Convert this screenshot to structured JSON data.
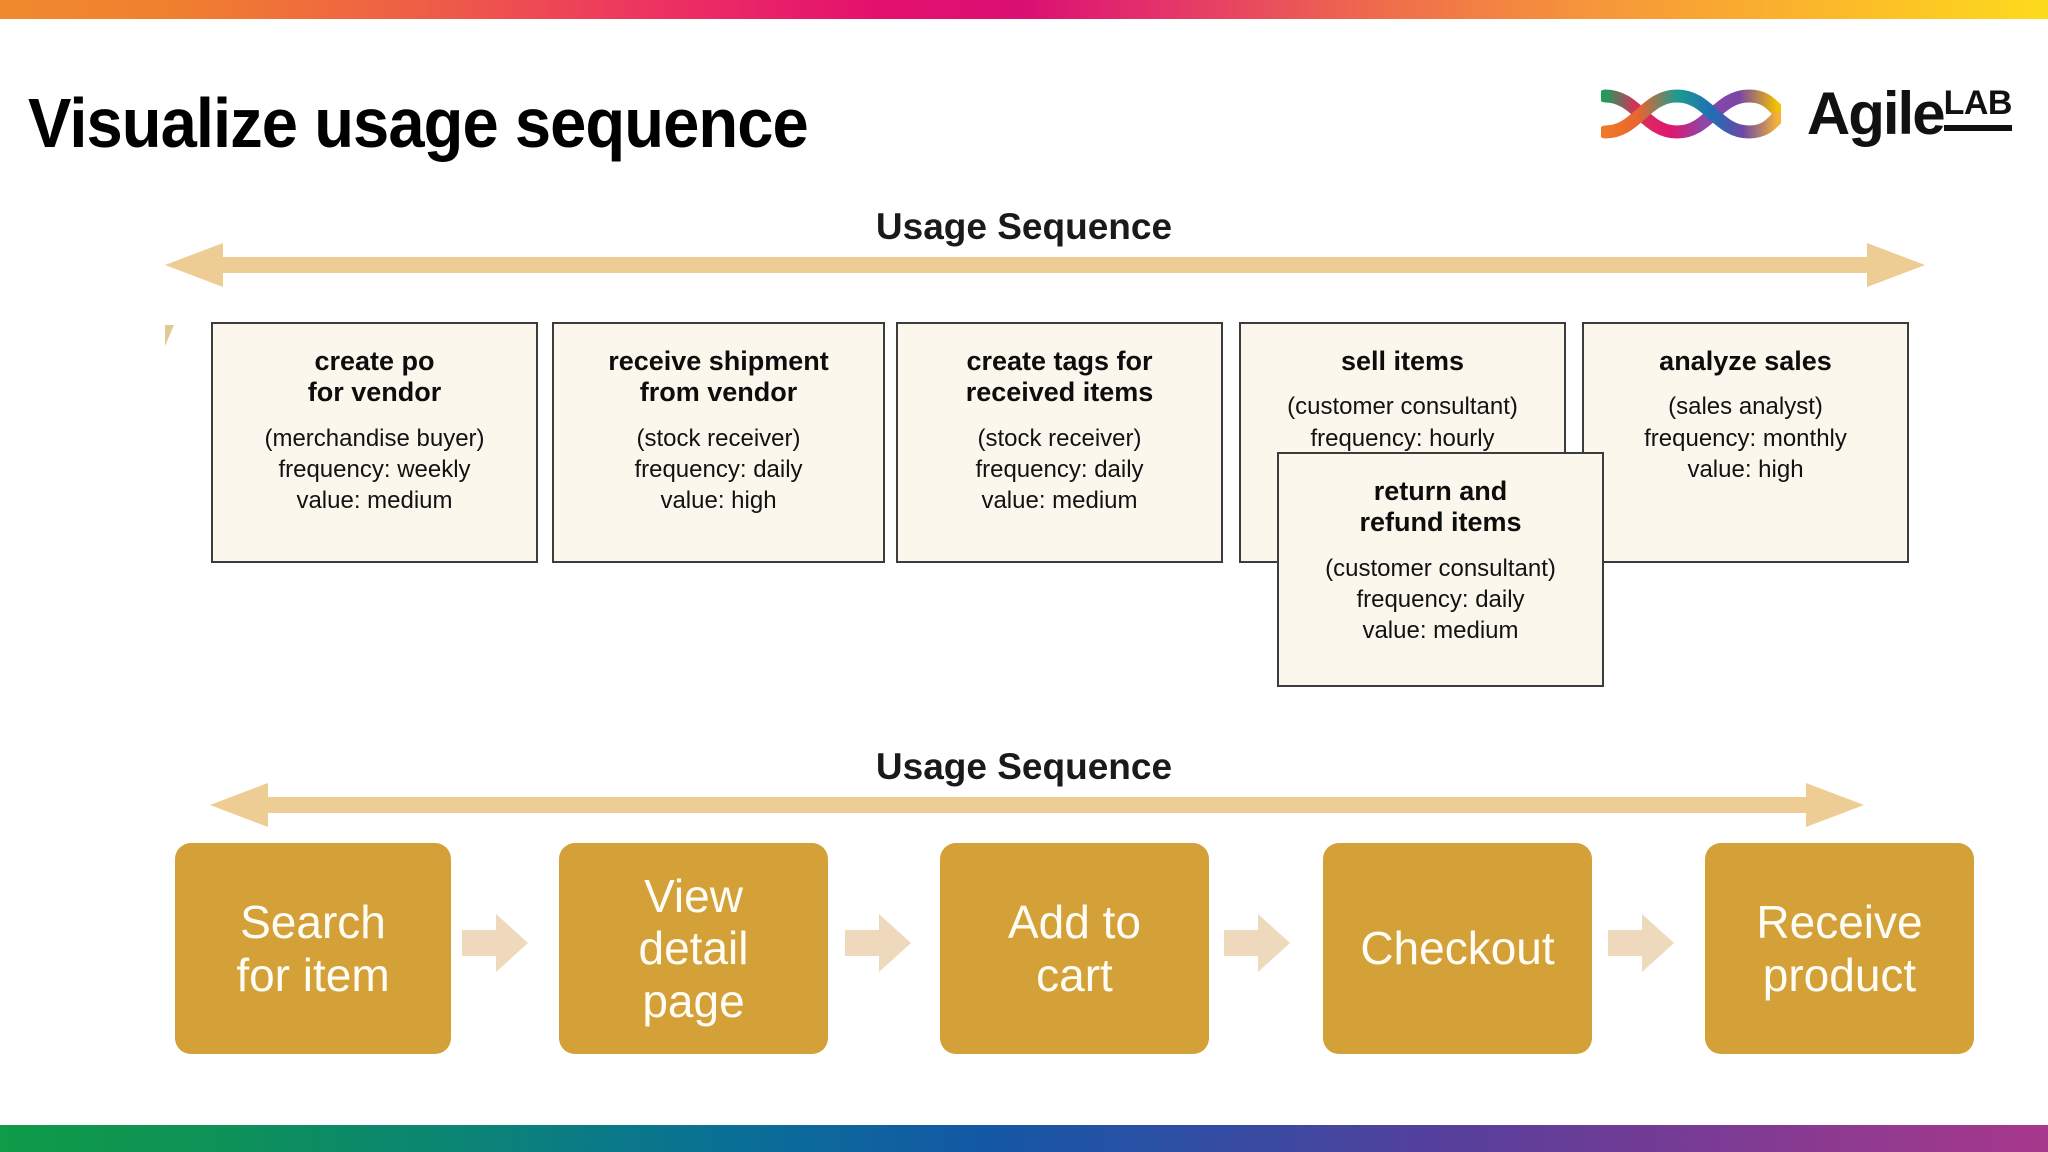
{
  "decor": {
    "top_bar_colors": [
      "#f0892e",
      "#e3106e",
      "#da0f73",
      "#f6973a",
      "#fddb1c"
    ],
    "bottom_bar_colors": [
      "#0f9b48",
      "#0a6f97",
      "#2f4ea3",
      "#8d3a90",
      "#a8388c"
    ]
  },
  "header": {
    "title": "Visualize usage sequence",
    "logo": {
      "name": "Agile",
      "superscript": "LAB",
      "mark_icon": "double-helix-wave-icon"
    }
  },
  "top_section": {
    "sequence_label": "Usage Sequence",
    "arrow_icon": "double-headed-arrow-icon",
    "cards": [
      {
        "title": "create po\nfor vendor",
        "role": "(merchandise buyer)",
        "frequency": "frequency: weekly",
        "value": "value: medium",
        "meta": "(merchandise buyer)\nfrequency: weekly\nvalue: medium"
      },
      {
        "title": "receive shipment\nfrom vendor",
        "role": "(stock receiver)",
        "frequency": "frequency: daily",
        "value": "value: high",
        "meta": "(stock receiver)\nfrequency: daily\nvalue: high"
      },
      {
        "title": "create tags for\nreceived items",
        "role": "(stock receiver)",
        "frequency": "frequency: daily",
        "value": "value: medium",
        "meta": "(stock receiver)\nfrequency: daily\nvalue: medium"
      },
      {
        "title": "sell items",
        "role": "(customer consultant)",
        "frequency": "frequency: hourly",
        "value": "",
        "meta": "(customer consultant)\nfrequency: hourly"
      },
      {
        "title": "analyze sales",
        "role": "(sales analyst)",
        "frequency": "frequency: monthly",
        "value": "value: high",
        "meta": "(sales analyst)\nfrequency: monthly\nvalue: high"
      }
    ],
    "overlay_card": {
      "title": "return and\nrefund items",
      "role": "(customer consultant)",
      "frequency": "frequency: daily",
      "value": "value: medium",
      "meta": "(customer consultant)\nfrequency: daily\nvalue: medium"
    }
  },
  "bottom_section": {
    "sequence_label": "Usage Sequence",
    "arrow_icon": "double-headed-arrow-icon",
    "box_color": "#d4a038",
    "connector_icon": "right-block-arrow-icon",
    "steps": [
      {
        "label": "Search\nfor item"
      },
      {
        "label": "View\ndetail\npage"
      },
      {
        "label": "Add to\ncart"
      },
      {
        "label": "Checkout"
      },
      {
        "label": "Receive\nproduct"
      }
    ]
  }
}
